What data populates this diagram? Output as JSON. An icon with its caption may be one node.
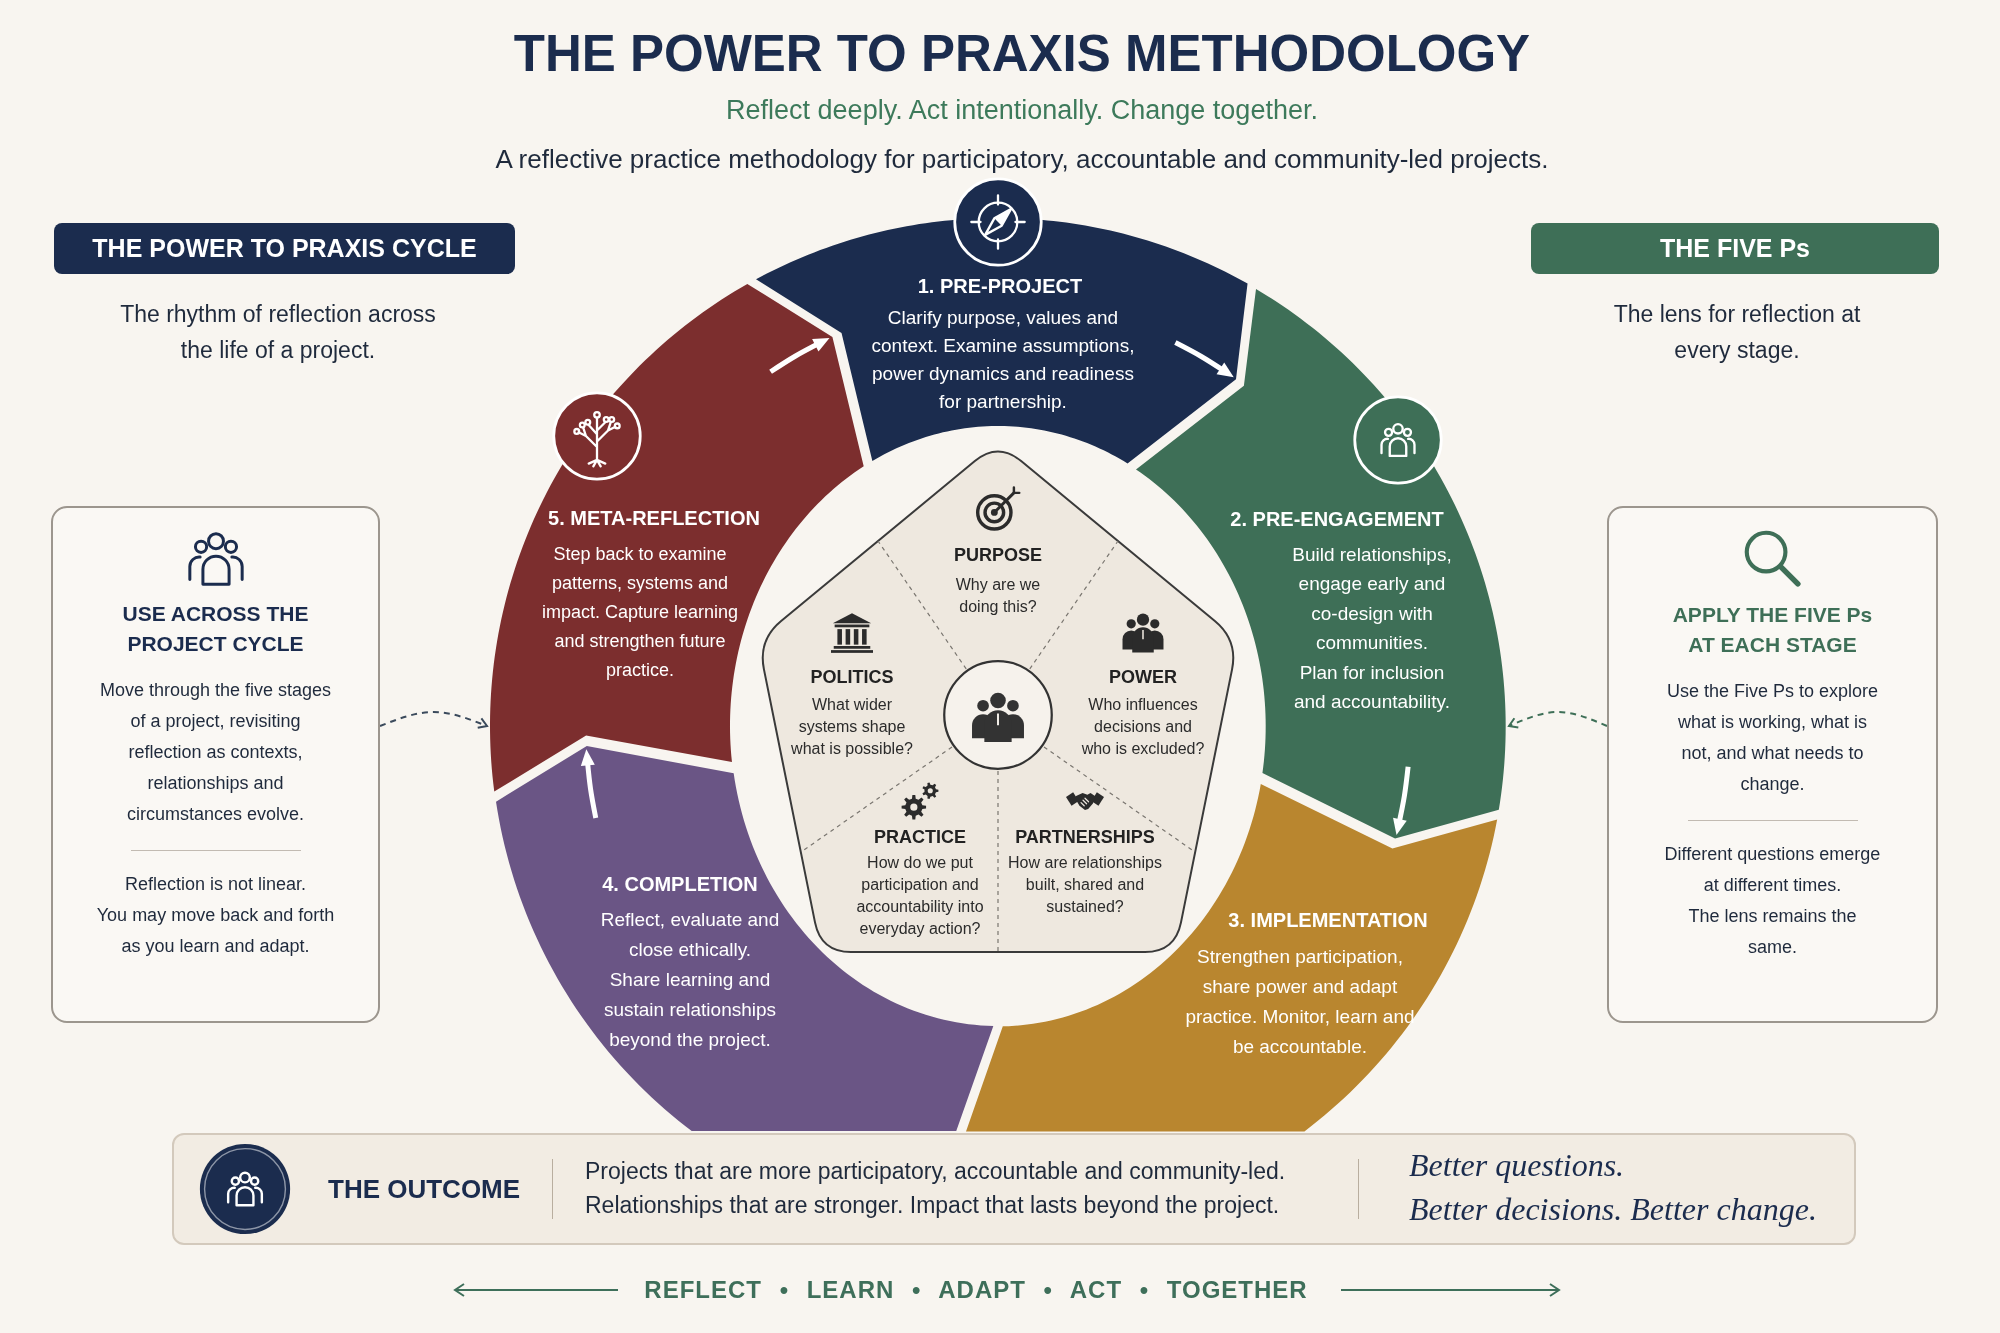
{
  "diagram": {
    "title": "THE POWER TO PRAXIS METHODOLOGY",
    "nodes": [
      {
        "text": [
          "THE POWER TO PRAXIS CYCLE"
        ],
        "beside": [
          "The rhythm of reflection across the life of a project."
        ]
      },
      {
        "text": [
          "THE FIVE Ps"
        ],
        "beside": [
          "The lens for reflection at every stage."
        ]
      },
      {
        "text": [
          "USE ACROSS THE PROJECT CYCLE",
          "Move through the five stages of a project, revisiting reflection as contexts, relationships and circumstances evolve.",
          "Reflection is not linear. You may move back and forth as you learn and adapt."
        ]
      },
      {
        "text": [
          "1. PRE-PROJECT",
          "Clarify purpose, values and context. Examine assumptions, power dynamics and readiness for partnership."
        ]
      },
      {
        "text": [
          "2. PRE-ENGAGEMENT",
          "Build relationships, engage early and co-design with communities. Plan for inclusion and accountability."
        ]
      },
      {
        "text": [
          "3. IMPLEMENTATION",
          "Strengthen participation, share power and adapt practice. Monitor, learn and be accountable."
        ]
      },
      {
        "text": [
          "4. COMPLETION",
          "Reflect, evaluate and close ethically. Share learning and sustain relationships beyond the project."
        ]
      },
      {
        "text": [
          "5. META-REFLECTION",
          "Step back to examine patterns, systems and impact. Capture learning and strengthen future practice."
        ]
      },
      {
        "text": [],
        "shape": "pentagon"
      },
      {
        "text": [
          "PURPOSE",
          "Why are we doing this?"
        ],
        "in": 8
      },
      {
        "text": [
          "POLITICS",
          "What wider systems shape what is possible?"
        ],
        "in": 8
      },
      {
        "text": [
          "POWER",
          "Who influences decisions and who is excluded?"
        ],
        "in": 8
      },
      {
        "text": [
          "PRACTICE",
          "How do we put participation and accountability into everyday action?"
        ],
        "in": 8
      },
      {
        "text": [
          "PARTNERSHIPS",
          "How are relationships built, shared and sustained?"
        ],
        "in": 8
      },
      {
        "text": [
          "APPLY THE FIVE Ps AT EACH STAGE",
          "Use the Five Ps to explore what is working, what is not, and what needs to change.",
          "Different questions emerge at different times. The lens remains the same."
        ]
      },
      {
        "text": [
          "THE OUTCOME",
          "Projects that are more participatory, accountable and community-led. Relationships that are stronger. Impact that lasts beyond the project.",
          "Better questions. Better decisions. Better change."
        ]
      }
    ],
    "edges": [
      {
        "from": 7,
        "to": 3,
        "arrow": "to"
      },
      {
        "from": 3,
        "to": 4,
        "arrow": "to"
      },
      {
        "from": 4,
        "to": 5,
        "arrow": "to"
      },
      {
        "from": 6,
        "to": 7,
        "arrow": "to"
      },
      {
        "from": 2,
        "to": 7,
        "arrow": "to",
        "style": "dashed",
        "color": "#3b4a5c"
      },
      {
        "from": 14,
        "to": 4,
        "arrow": "to",
        "style": "dashed",
        "color": "#3e6f57"
      }
    ],
    "labels": [
      "Reflect deeply. Act intentionally. Change together.",
      "A reflective practice methodology for participatory, accountable and community-led projects.",
      "REFLECT • LEARN • ADAPT • ACT • TOGETHER"
    ]
  }
}
